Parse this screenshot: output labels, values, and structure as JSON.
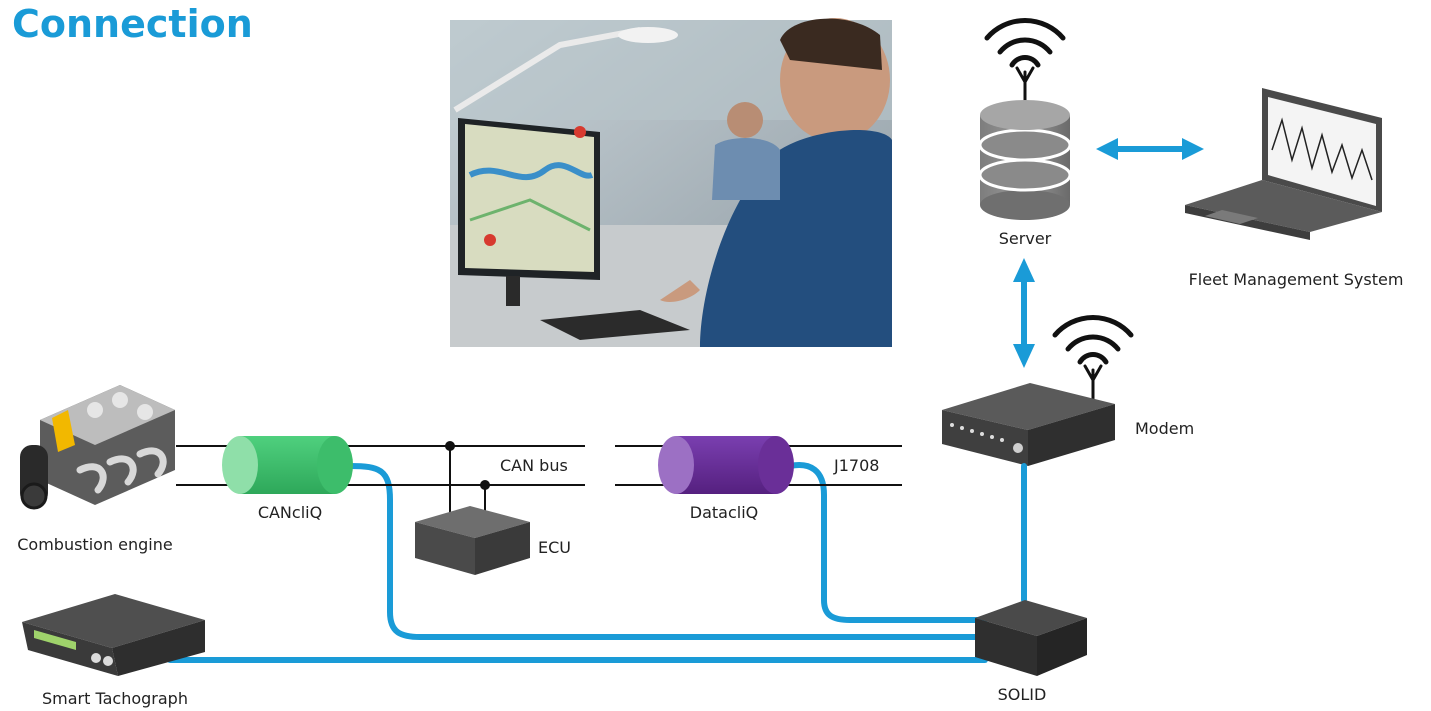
{
  "title": "Connection",
  "labels": {
    "server": "Server",
    "fleet": "Fleet Management System",
    "modem": "Modem",
    "can_bus": "CAN bus",
    "j1708": "J1708",
    "ecu": "ECU",
    "cancliq": "CANcliQ",
    "datacliq": "DatacliQ",
    "engine": "Combustion engine",
    "tachograph": "Smart Tachograph",
    "solid": "SOLID"
  },
  "colors": {
    "accent": "#1a9bd7",
    "cancliq": "#3dbd6b",
    "datacliq": "#6a2f98",
    "device": "#4a4a4a"
  },
  "icons": [
    "wifi-icon",
    "database-icon",
    "laptop-icon",
    "modem-icon",
    "engine-icon",
    "tachograph-icon",
    "double-arrow-icon"
  ]
}
